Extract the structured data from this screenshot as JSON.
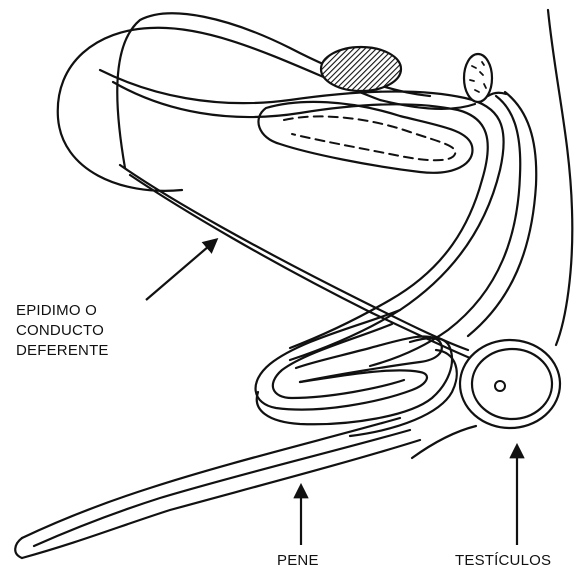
{
  "labels": {
    "epididymis": [
      "EPIDIMO O",
      "CONDUCTO",
      "DEFERENTE"
    ],
    "penis": "PENE",
    "testicles": "TESTÍCULOS"
  },
  "colors": {
    "line": "#111111",
    "background": "#ffffff"
  }
}
